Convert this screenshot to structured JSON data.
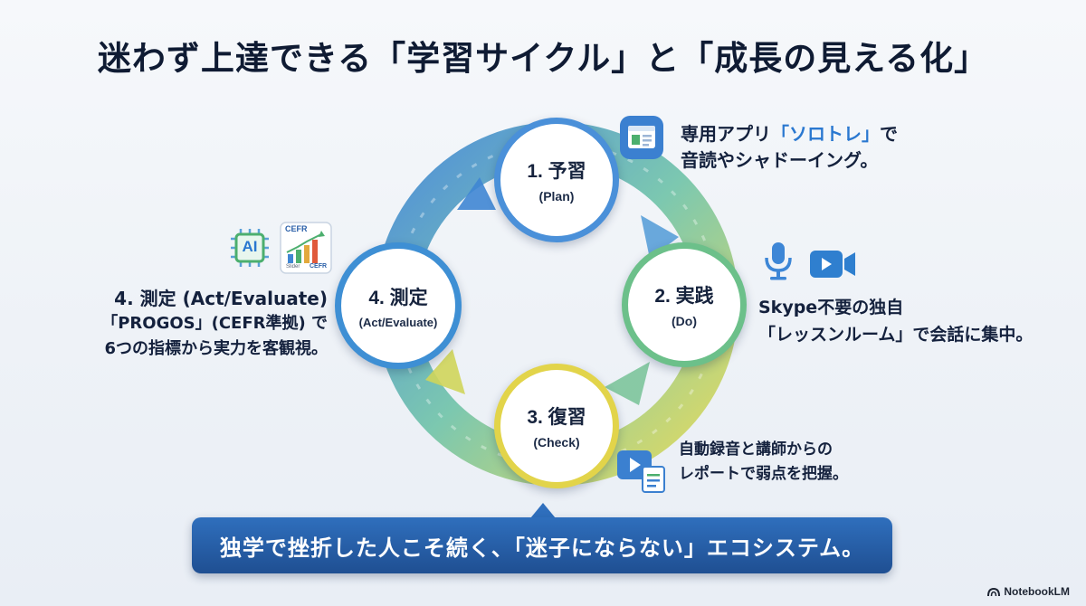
{
  "title": "迷わず上達できる「学習サイクル」と「成長の見える化」",
  "steps": [
    {
      "label": "1. 予習",
      "sub": "(Plan)",
      "desc_lines": [
        "専用アプリ",
        "「ソロトレ」",
        "で",
        "音読やシャドーイング。"
      ]
    },
    {
      "label": "2. 実践",
      "sub": "(Do)",
      "desc_lines": [
        "Skype不要の独自",
        "「レッスンルーム」で会話に集中。"
      ]
    },
    {
      "label": "3. 復習",
      "sub": "(Check)",
      "desc_lines": [
        "自動録音と講師からの",
        "レポートで弱点を把握。"
      ]
    },
    {
      "label": "4. 測定",
      "sub": "(Act/Evaluate)",
      "desc_lines": [
        "4. 測定 (Act/Evaluate)",
        "「PROGOS」(CEFR準拠) で",
        "6つの指標から実力を客観視。"
      ]
    }
  ],
  "icons": {
    "ai_chip": {
      "name": "ai-chip-icon",
      "text": "AI"
    },
    "cefr_chart": {
      "name": "cefr-chart-icon",
      "title": "CEFR",
      "left_label": "Slider",
      "right_label": "CEFR"
    }
  },
  "footer_message": "独学で挫折した人こそ続く、「迷子にならない」エコシステム。",
  "brand": "NotebookLM",
  "colors": {
    "plan": "#4a90d9",
    "do": "#6cc08a",
    "check": "#e2d44a",
    "eval": "#3e8fd4",
    "banner": "#2563a8"
  }
}
